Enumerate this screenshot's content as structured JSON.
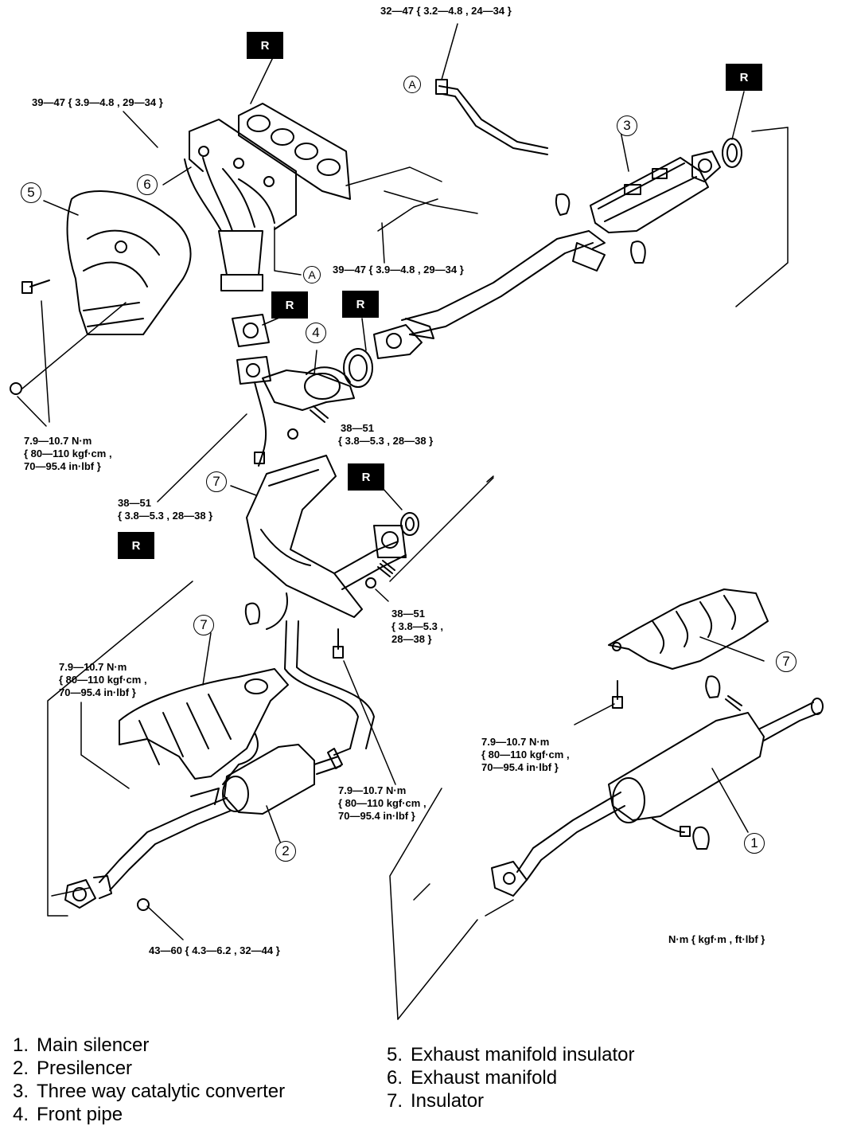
{
  "diagram": {
    "torque_specs": {
      "t_top_pipe": "32—47 { 3.2—4.8 , 24—34 }",
      "t_manifold_nut": "39—47 { 3.9—4.8 , 29—34 }",
      "t_converter_nut": "39—47 { 3.9—4.8 , 29—34 }",
      "t_insulator5_l1": "7.9—10.7 N·m",
      "t_insulator5_l2": "{ 80—110 kgf·cm ,",
      "t_insulator5_l3": "70—95.4 in·lbf }",
      "t_frontpipe_l1": "38—51",
      "t_frontpipe_l2": "{ 3.8—5.3 , 28—38 }",
      "t_sensor_l1": "38—51",
      "t_sensor_l2": "{ 3.8—5.3 , 28—38 }",
      "t_mid_l1": "38—51",
      "t_mid_l2": "{ 3.8—5.3 ,",
      "t_mid_l3": "28—38 }",
      "t_presil_ins_l1": "7.9—10.7 N·m",
      "t_presil_ins_l2": "{ 80—110 kgf·cm ,",
      "t_presil_ins_l3": "70—95.4 in·lbf }",
      "t_pipe_bolt_l1": "7.9—10.7 N·m",
      "t_pipe_bolt_l2": "{ 80—110 kgf·cm ,",
      "t_pipe_bolt_l3": "70—95.4 in·lbf }",
      "t_silencer_ins_l1": "7.9—10.7 N·m",
      "t_silencer_ins_l2": "{ 80—110 kgf·cm ,",
      "t_silencer_ins_l3": "70—95.4 in·lbf }",
      "t_bottom_flange": "43—60 { 4.3—6.2 , 32—44 }"
    },
    "replace_badge": "R",
    "callout_a": "A",
    "callouts": {
      "c1": "1",
      "c2": "2",
      "c3": "3",
      "c4": "4",
      "c5": "5",
      "c6": "6",
      "c7": "7"
    },
    "units_note": "N·m { kgf·m , ft·lbf }"
  },
  "legend": {
    "left": [
      {
        "num": "1.",
        "label": "Main silencer"
      },
      {
        "num": "2.",
        "label": "Presilencer"
      },
      {
        "num": "3.",
        "label": "Three way catalytic converter"
      },
      {
        "num": "4.",
        "label": "Front pipe"
      }
    ],
    "right": [
      {
        "num": "5.",
        "label": "Exhaust manifold insulator"
      },
      {
        "num": "6.",
        "label": "Exhaust manifold"
      },
      {
        "num": "7.",
        "label": "Insulator"
      }
    ]
  }
}
